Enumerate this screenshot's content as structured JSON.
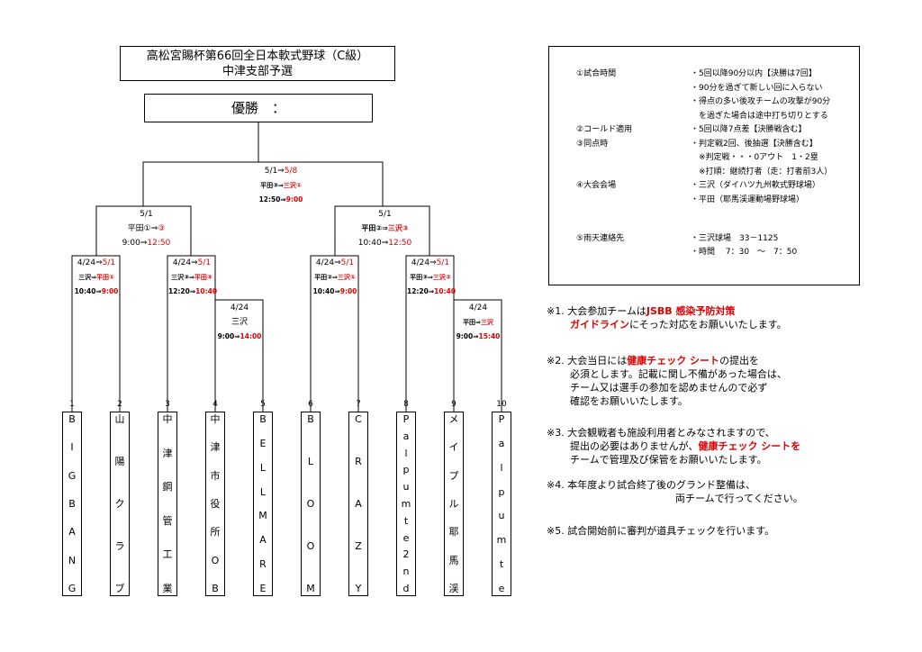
{
  "title": {
    "line1": "高松宮賜杯第66回全日本軟式野球（C級）",
    "line2": "中津支部予選"
  },
  "winner": {
    "label": "優勝　："
  },
  "final": {
    "date_old": "5/1⇒",
    "date_new": "5/8",
    "pair_old": "平田③⇒",
    "pair_new": "三沢①",
    "time_old": "12:50⇒",
    "time_new": "9:00"
  },
  "semi_left": {
    "date": "5/1",
    "pair_old": "平田①⇒",
    "pair_new": "③",
    "time_old": "9:00⇒",
    "time_new": "12:50"
  },
  "semi_right": {
    "date": "5/1",
    "pair_old": "平田②⇒",
    "pair_new": "三沢③",
    "time_old": "10:40⇒",
    "time_new": "12:50"
  },
  "qf": [
    {
      "date_old": "4/24⇒",
      "date_new": "5/1",
      "pair_old": "三沢⇒",
      "pair_new": "平田①",
      "time_old": "10:40⇒",
      "time_new": "9:00"
    },
    {
      "date_old": "4/24⇒",
      "date_new": "5/1",
      "pair_old": "三沢③⇒",
      "pair_new": "平田③",
      "time_old": "12:20⇒",
      "time_new": "10:40"
    },
    {
      "date_old": "4/24⇒",
      "date_new": "5/1",
      "pair_old": "平田②⇒",
      "pair_new": "三沢①",
      "time_old": "10:40⇒",
      "time_new": "9:00"
    },
    {
      "date_old": "4/24⇒",
      "date_new": "5/1",
      "pair_old": "平田③⇒",
      "pair_new": "三沢②",
      "time_old": "12:20⇒",
      "time_new": "10:40"
    }
  ],
  "r1_left": {
    "date": "4/24",
    "place": "三沢",
    "time_old": "9:00⇒",
    "time_new": "14:00"
  },
  "r1_right": {
    "date": "4/24",
    "pair_old": "平田⇒",
    "pair_new": "三沢",
    "time_old": "9:00⇒",
    "time_new": "15:40"
  },
  "teams": [
    {
      "num": "1",
      "chars": [
        "B",
        "I",
        "G",
        "B",
        "A",
        "N",
        "G"
      ]
    },
    {
      "num": "2",
      "chars": [
        "山",
        "陽",
        "ク",
        "ラ",
        "ブ"
      ]
    },
    {
      "num": "3",
      "chars": [
        "中",
        "津",
        "鋼",
        "管",
        "工",
        "業"
      ]
    },
    {
      "num": "4",
      "chars": [
        "中",
        "津",
        "市",
        "役",
        "所",
        "O",
        "B"
      ]
    },
    {
      "num": "5",
      "chars": [
        "B",
        "E",
        "L",
        "L",
        "M",
        "A",
        "R",
        "E"
      ]
    },
    {
      "num": "6",
      "chars": [
        "B",
        "L",
        "O",
        "O",
        "M"
      ]
    },
    {
      "num": "7",
      "chars": [
        "C",
        "R",
        "A",
        "Z",
        "Y"
      ]
    },
    {
      "num": "8",
      "chars": [
        "P",
        "a",
        "l",
        "p",
        "u",
        "m",
        "t",
        "e",
        "2",
        "n",
        "d"
      ]
    },
    {
      "num": "9",
      "chars": [
        "メ",
        "イ",
        "プ",
        "ル",
        "耶",
        "馬",
        "渓"
      ]
    },
    {
      "num": "10",
      "chars": [
        "P",
        "a",
        "l",
        "p",
        "u",
        "m",
        "t",
        "e"
      ]
    }
  ],
  "info": [
    {
      "label": "①試合時間",
      "lines": [
        "・5回以降90分以内【決勝は7回】",
        "・90分を過ぎて新しい回に入らない",
        "・得点の多い後攻チームの攻撃が90分",
        "　を過ぎた場合は途中打ち切りとする"
      ]
    },
    {
      "label": "②コールド適用",
      "lines": [
        "・5回以降7点差【決勝戦含む】"
      ]
    },
    {
      "label": "③同点時",
      "lines": [
        "・判定戦2回、後抽選【決勝含む】",
        "　※判定戦・・・0アウト　1・2塁",
        "　※打順：継続打者（走：打者前3人）"
      ]
    },
    {
      "label": "④大会会場",
      "lines": [
        "・三沢（ダイハツ九州軟式野球場）",
        "・平田（耶馬渓運動場野球場）"
      ]
    },
    {
      "label": "⑤雨天連絡先",
      "lines": [
        "・三沢球場　33－1125",
        "・時間　 7：30　～　7：50"
      ]
    }
  ],
  "notes": {
    "n1": {
      "mark": "※1.",
      "pre": "大会参加チームは",
      "red1": "JSBB 感染予防対策",
      "red2": "ガイドライン",
      "post": "にそった対応をお願いいたします。"
    },
    "n2": {
      "mark": "※2.",
      "pre": "大会当日には",
      "red": "健康チェック シート",
      "post": "の提出を",
      "l2": "必須とします。記載に関し不備があった場合は、",
      "l3": "チーム又は選手の参加を認めませんので必ず",
      "l4": "確認をお願いいたします。"
    },
    "n3": {
      "mark": "※3.",
      "l1": "大会観戦者も施設利用者とみなされますので、",
      "pre2": "提出の必要はありませんが、",
      "red": "健康チェック シートを",
      "l3": "チームで管理及び保管をお願いいたします。"
    },
    "n4": {
      "mark": "※4.",
      "l1": "本年度より試合終了後のグランド整備は、",
      "l2": "両チームで行ってください。"
    },
    "n5": {
      "mark": "※5.",
      "l1": "試合開始前に審判が道具チェックを行います。"
    }
  },
  "colors": {
    "accent_red": "#e00000",
    "line": "#000000"
  }
}
